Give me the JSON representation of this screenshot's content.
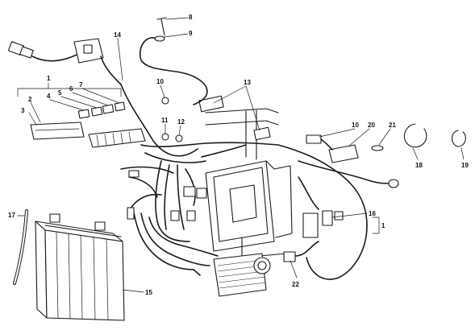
{
  "callouts": {
    "c1_top": "1",
    "c1_right": "1",
    "c2": "2",
    "c3": "3",
    "c4": "4",
    "c5": "5",
    "c6": "6",
    "c7": "7",
    "c8": "8",
    "c9": "9",
    "c10_left": "10",
    "c10_right": "10",
    "c11": "11",
    "c12": "12",
    "c13": "13",
    "c14": "14",
    "c15": "15",
    "c16": "16",
    "c17": "17",
    "c18": "18",
    "c19": "19",
    "c20": "20",
    "c21": "21",
    "c22": "22"
  },
  "colors": {
    "ink": "#1a1a1a",
    "paper": "#ffffff"
  }
}
